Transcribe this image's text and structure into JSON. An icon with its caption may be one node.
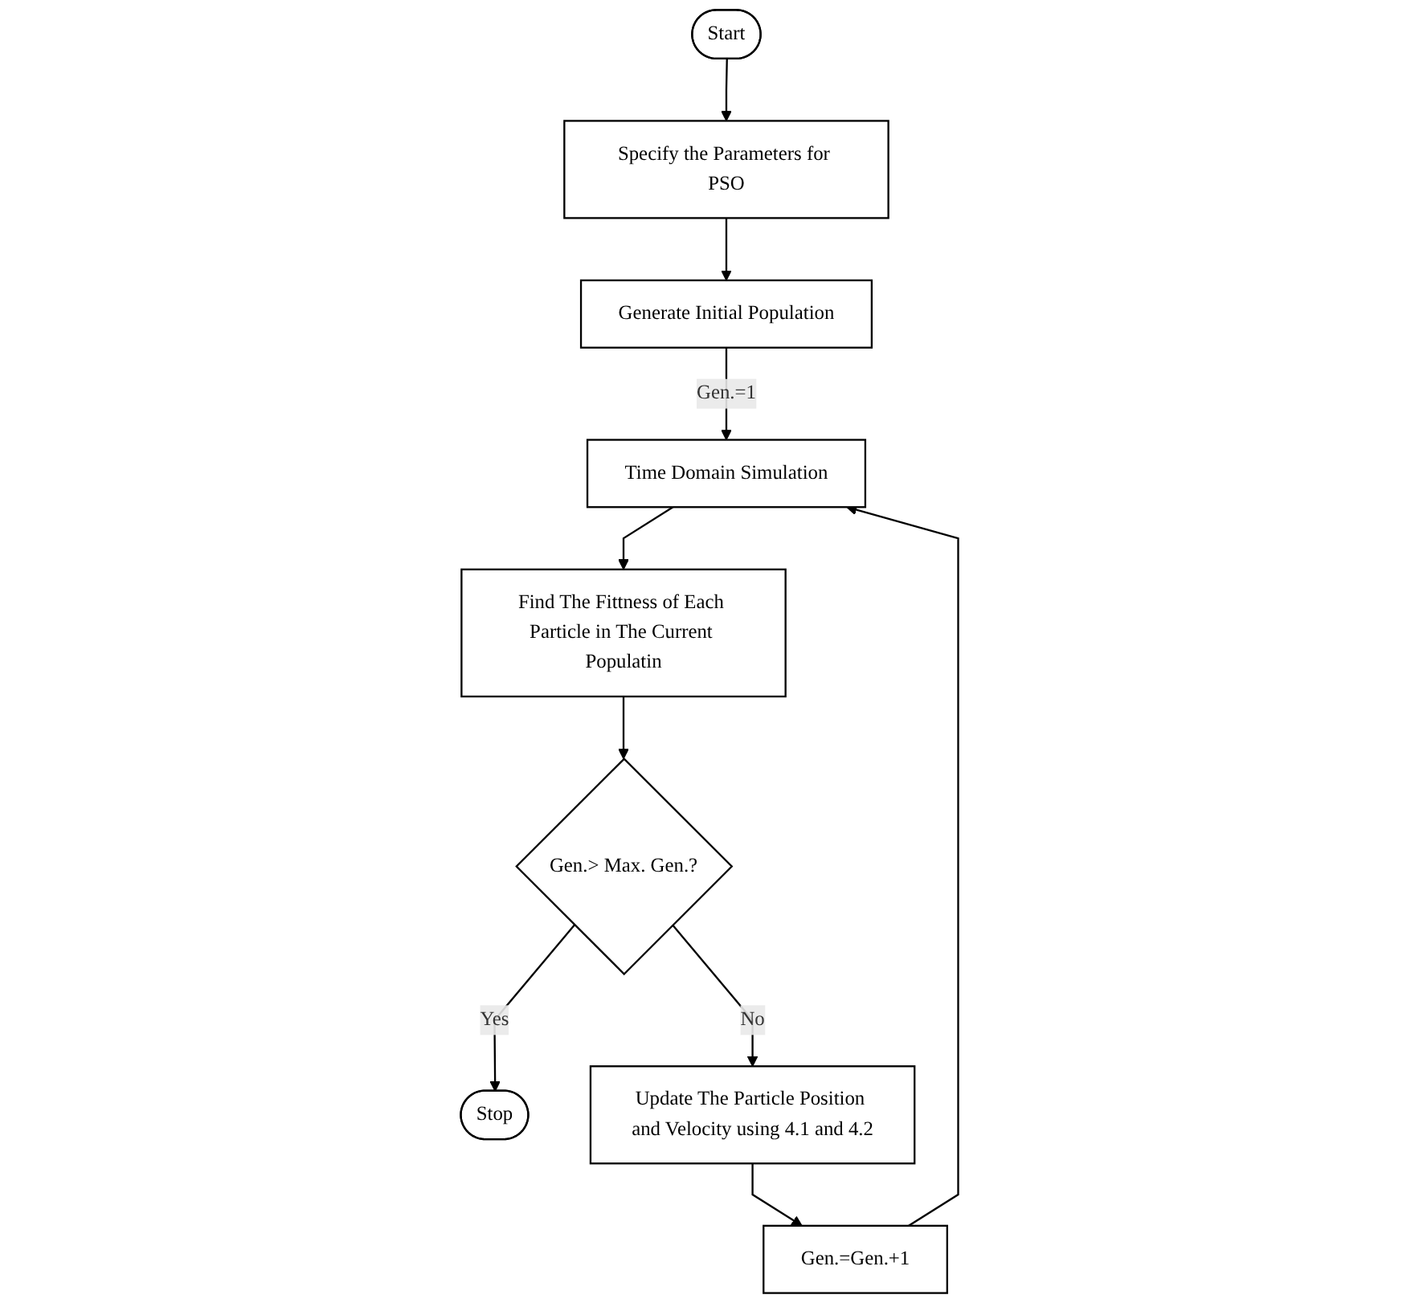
{
  "diagram": {
    "nodes": [
      {
        "text": [
          "Start"
        ]
      },
      {
        "text": [
          "Specify the Parameters for PSO"
        ]
      },
      {
        "text": [
          "Generate Initial Population"
        ]
      },
      {
        "text": [
          "Time Domain Simulation"
        ]
      },
      {
        "text": [
          "Find The Fittness of Each Particle in The Current Populatin"
        ]
      },
      {
        "text": [
          "Gen.> Max. Gen.?"
        ]
      },
      {
        "text": [
          "Stop"
        ]
      },
      {
        "text": [
          "Update The Particle Position and Velocity using 4.1 and 4.2"
        ]
      },
      {
        "text": [
          "Gen.=Gen.+1"
        ]
      }
    ],
    "edges": [
      {
        "from": 0,
        "to": 1,
        "arrow": "to"
      },
      {
        "from": 1,
        "to": 2,
        "arrow": "to"
      },
      {
        "from": 2,
        "to": 3,
        "arrow": "to",
        "label": "Gen.=1"
      },
      {
        "from": 3,
        "to": 4,
        "arrow": "to"
      },
      {
        "from": 4,
        "to": 5,
        "arrow": "to"
      },
      {
        "from": 5,
        "to": 6,
        "arrow": "to",
        "label": "Yes"
      },
      {
        "from": 5,
        "to": 7,
        "arrow": "to",
        "label": "No"
      },
      {
        "from": 7,
        "to": 8,
        "arrow": "to"
      },
      {
        "from": 8,
        "to": 3,
        "arrow": "to"
      }
    ]
  }
}
